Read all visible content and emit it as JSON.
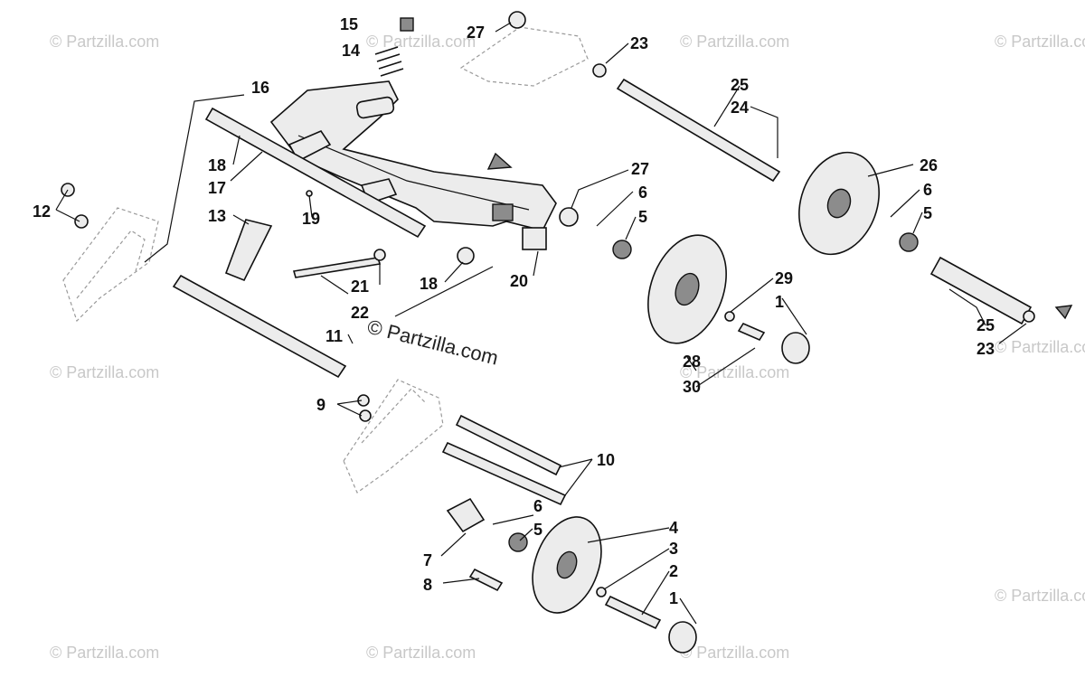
{
  "watermark": {
    "text": "© Partzilla.com",
    "center_text": "© Partzilla.com"
  },
  "callouts": {
    "c1a": "1",
    "c1b": "1",
    "c2": "2",
    "c3": "3",
    "c4": "4",
    "c5a": "5",
    "c5b": "5",
    "c5c": "5",
    "c6a": "6",
    "c6b": "6",
    "c6c": "6",
    "c7": "7",
    "c8": "8",
    "c9": "9",
    "c10": "10",
    "c11": "11",
    "c12": "12",
    "c13": "13",
    "c14": "14",
    "c15": "15",
    "c16": "16",
    "c17": "17",
    "c18a": "18",
    "c18b": "18",
    "c19": "19",
    "c20": "20",
    "c21": "21",
    "c22": "22",
    "c23a": "23",
    "c23b": "23",
    "c24": "24",
    "c25a": "25",
    "c25b": "25",
    "c26": "26",
    "c27a": "27",
    "c27b": "27",
    "c28": "28",
    "c29": "29",
    "c30": "30"
  }
}
